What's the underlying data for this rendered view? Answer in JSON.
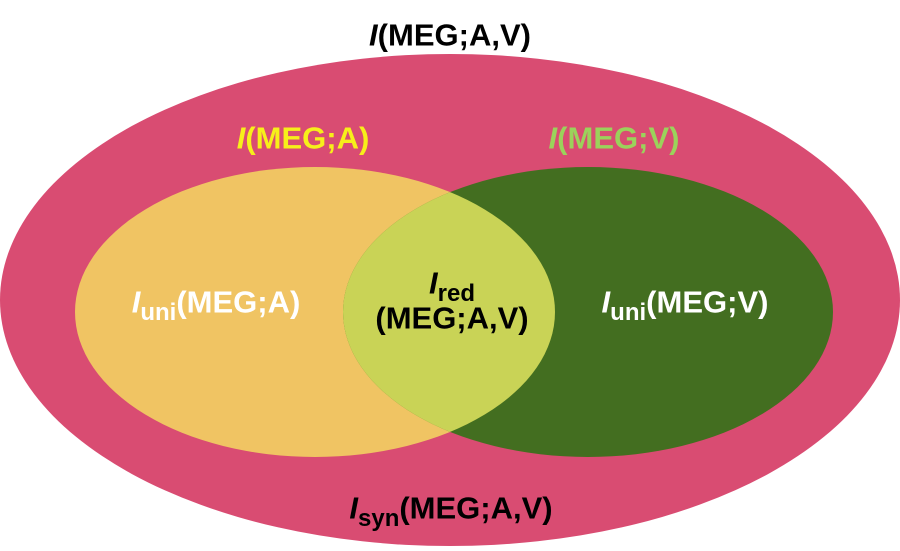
{
  "colors": {
    "outer": "#d94c72",
    "audio": "#f0c463",
    "visual": "#436e20",
    "overlap": "#c9d356",
    "label_black": "#000000",
    "label_white": "#ffffff",
    "label_audio": "#f7ef1a",
    "label_visual": "#9bd25b"
  },
  "labels": {
    "total": {
      "i": "I",
      "rest": "(MEG;A,V)"
    },
    "audio_total": {
      "i": "I",
      "rest": "(MEG;A)"
    },
    "visual_total": {
      "i": "I",
      "rest": "(MEG;V)"
    },
    "unique_audio": {
      "i": "I",
      "sub": "uni",
      "rest": "(MEG;A)"
    },
    "unique_visual": {
      "i": "I",
      "sub": "uni",
      "rest": "(MEG;V)"
    },
    "redundant": {
      "i": "I",
      "sub": "red",
      "rest": "(MEG;A,V)"
    },
    "synergy": {
      "i": "I",
      "sub": "syn",
      "rest": "(MEG;A,V)"
    }
  }
}
